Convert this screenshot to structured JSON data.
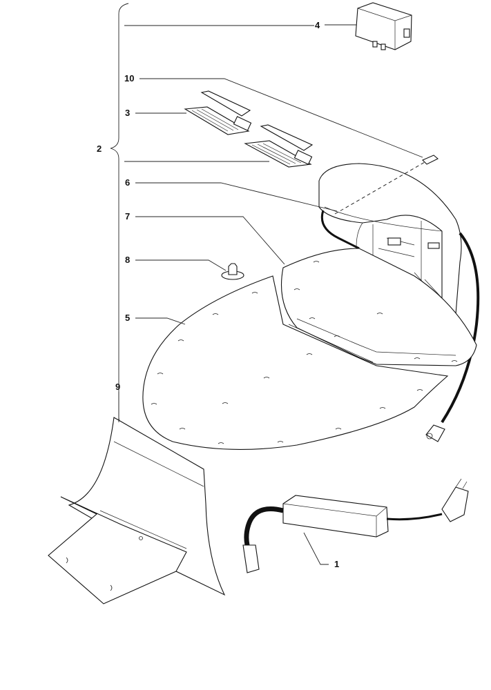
{
  "diagram": {
    "callouts": {
      "c1": "1",
      "c2": "2",
      "c3": "3",
      "c4": "4",
      "c5": "5",
      "c6": "6",
      "c7": "7",
      "c8": "8",
      "c9": "9",
      "c10": "10"
    }
  },
  "colors": {
    "line": "#111111",
    "background": "#ffffff"
  }
}
